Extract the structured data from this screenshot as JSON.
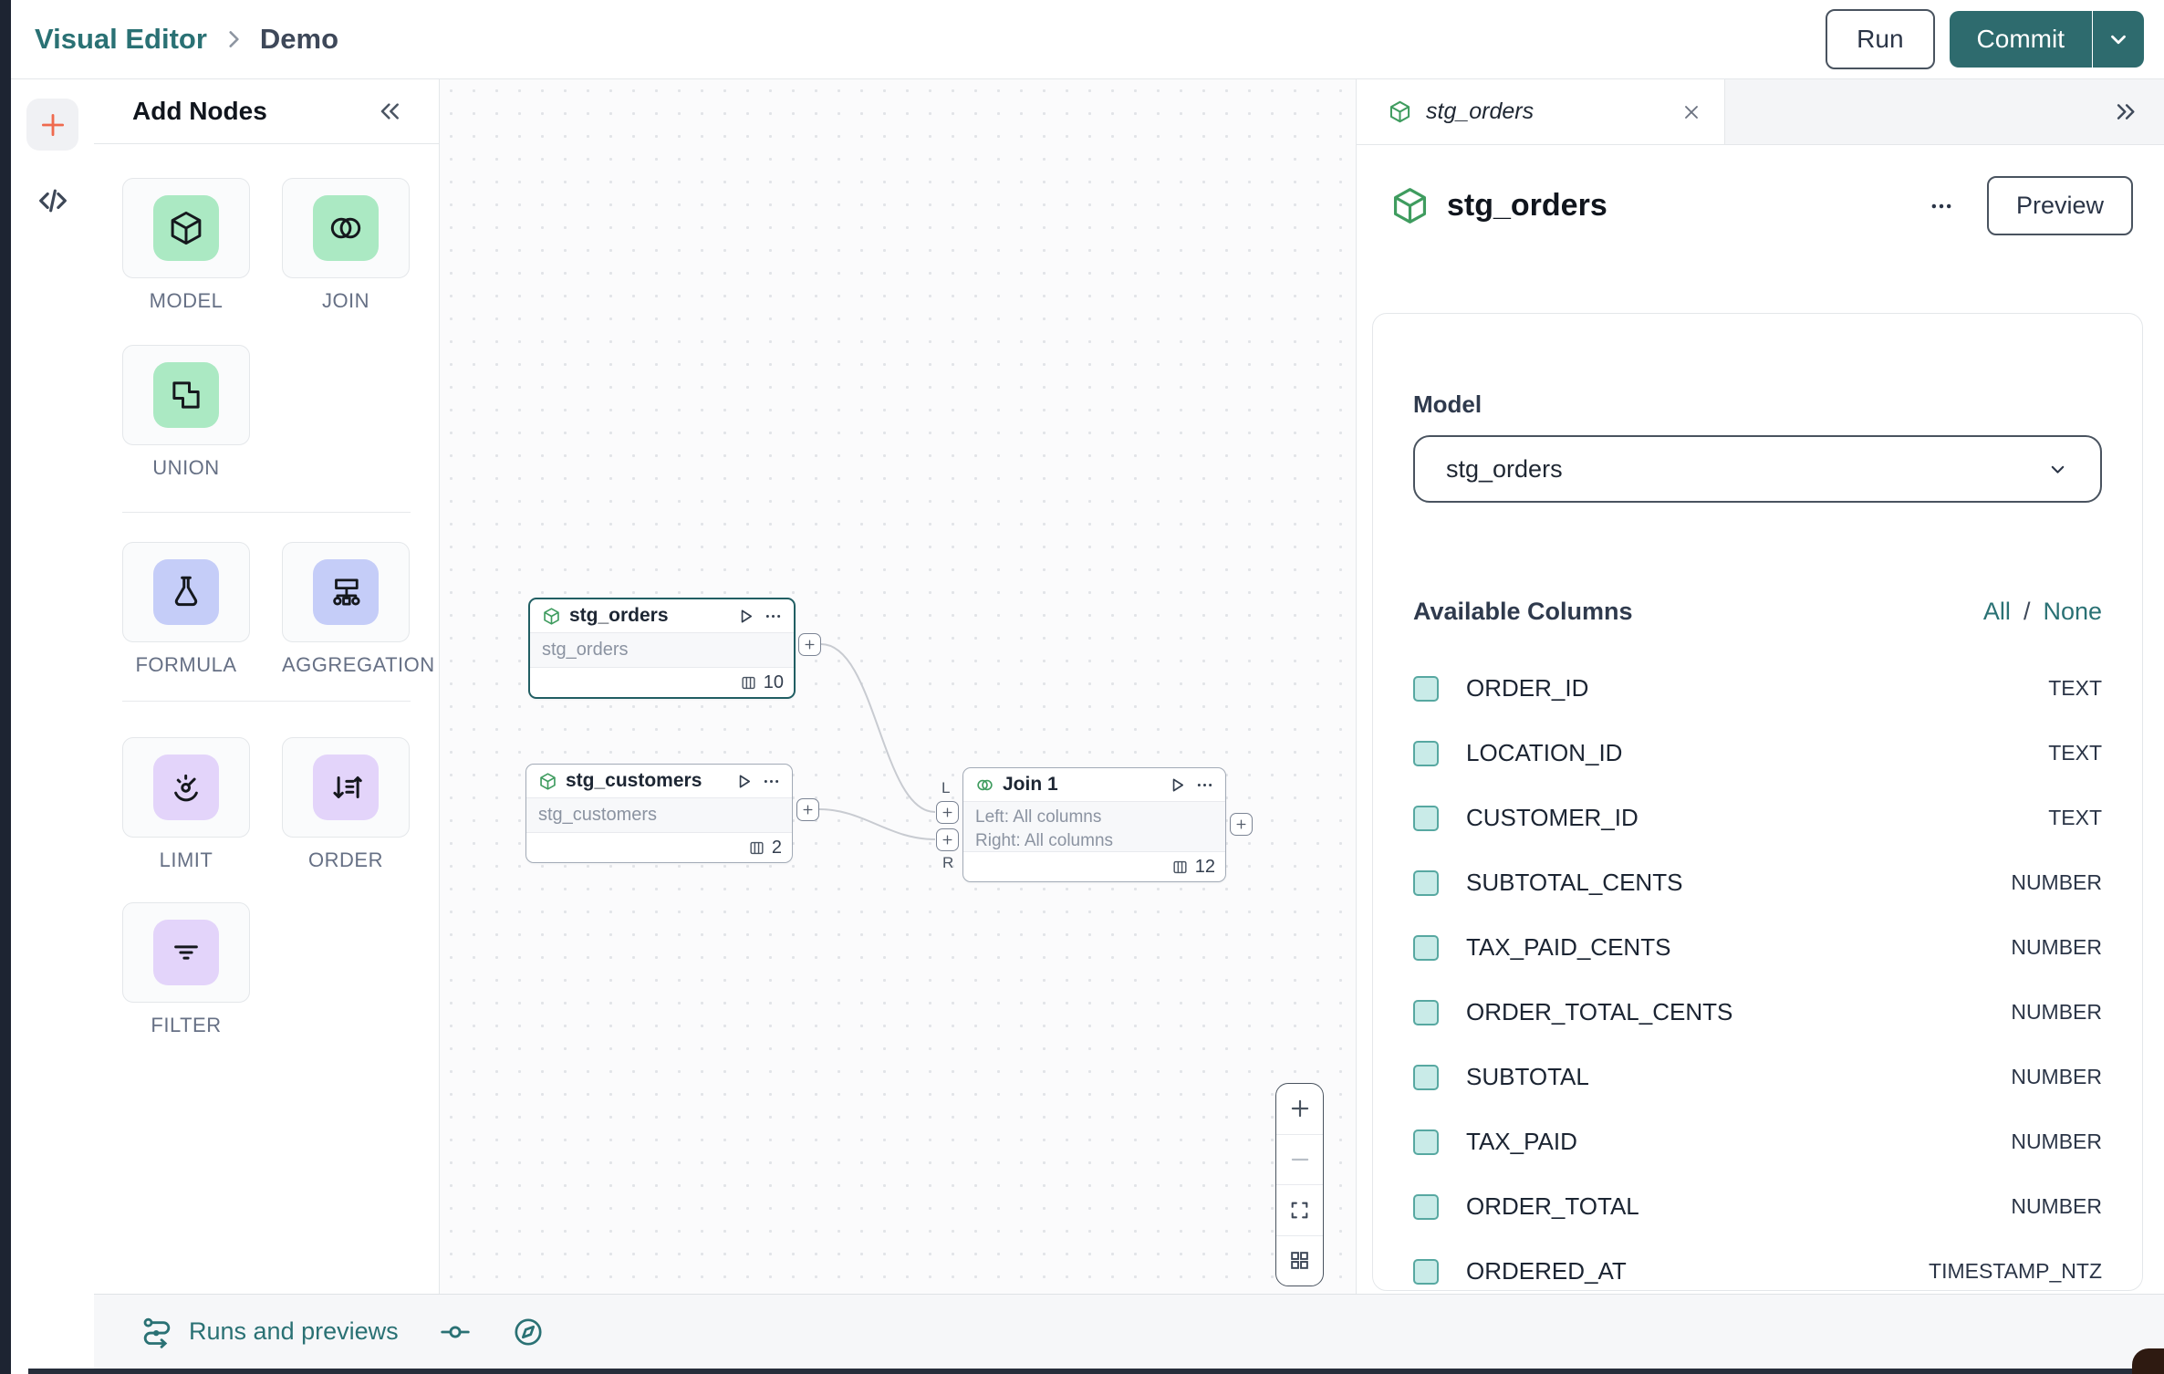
{
  "topbar": {
    "breadcrumb_root": "Visual Editor",
    "breadcrumb_page": "Demo",
    "run_label": "Run",
    "commit_label": "Commit"
  },
  "add_nodes": {
    "title": "Add Nodes",
    "tiles": [
      {
        "label": "MODEL",
        "icon": "cube",
        "color": "green"
      },
      {
        "label": "JOIN",
        "icon": "join",
        "color": "green"
      },
      {
        "label": "UNION",
        "icon": "union",
        "color": "green"
      },
      {
        "label": "FORMULA",
        "icon": "flask",
        "color": "indigo"
      },
      {
        "label": "AGGREGATION",
        "icon": "sitemap",
        "color": "indigo"
      },
      {
        "label": "LIMIT",
        "icon": "gauge",
        "color": "purple"
      },
      {
        "label": "ORDER",
        "icon": "sort",
        "color": "purple"
      },
      {
        "label": "FILTER",
        "icon": "filter",
        "color": "purple"
      }
    ]
  },
  "canvas": {
    "nodes": [
      {
        "title": "stg_orders",
        "subtitle": "stg_orders",
        "count": "10",
        "selected": true
      },
      {
        "title": "stg_customers",
        "subtitle": "stg_customers",
        "count": "2",
        "selected": false
      },
      {
        "title": "Join 1",
        "lines": [
          "Left: All columns",
          "Right: All columns"
        ],
        "count": "12",
        "port_labels": [
          "L",
          "R"
        ]
      }
    ]
  },
  "right_panel": {
    "tab_title": "stg_orders",
    "title": "stg_orders",
    "preview_label": "Preview",
    "model_label": "Model",
    "model_value": "stg_orders",
    "columns_header": "Available Columns",
    "select_all_label": "All",
    "select_divider": "/",
    "select_none_label": "None",
    "columns": [
      {
        "name": "ORDER_ID",
        "type": "TEXT"
      },
      {
        "name": "LOCATION_ID",
        "type": "TEXT"
      },
      {
        "name": "CUSTOMER_ID",
        "type": "TEXT"
      },
      {
        "name": "SUBTOTAL_CENTS",
        "type": "NUMBER"
      },
      {
        "name": "TAX_PAID_CENTS",
        "type": "NUMBER"
      },
      {
        "name": "ORDER_TOTAL_CENTS",
        "type": "NUMBER"
      },
      {
        "name": "SUBTOTAL",
        "type": "NUMBER"
      },
      {
        "name": "TAX_PAID",
        "type": "NUMBER"
      },
      {
        "name": "ORDER_TOTAL",
        "type": "NUMBER"
      },
      {
        "name": "ORDERED_AT",
        "type": "TIMESTAMP_NTZ"
      }
    ]
  },
  "bottom_bar": {
    "runs_label": "Runs and previews"
  },
  "colors": {
    "brand_teal": "#2A7174",
    "commit_teal": "#2E6B6E",
    "tile_green": "#ABE9C3",
    "tile_indigo": "#C5CDF8",
    "tile_purple": "#E3D4FA",
    "checkbox_fill": "#C9EBE8",
    "checkbox_border": "#57A8A1",
    "selected_node_border": "#215E63",
    "plus_orange": "#EF6A4E"
  }
}
